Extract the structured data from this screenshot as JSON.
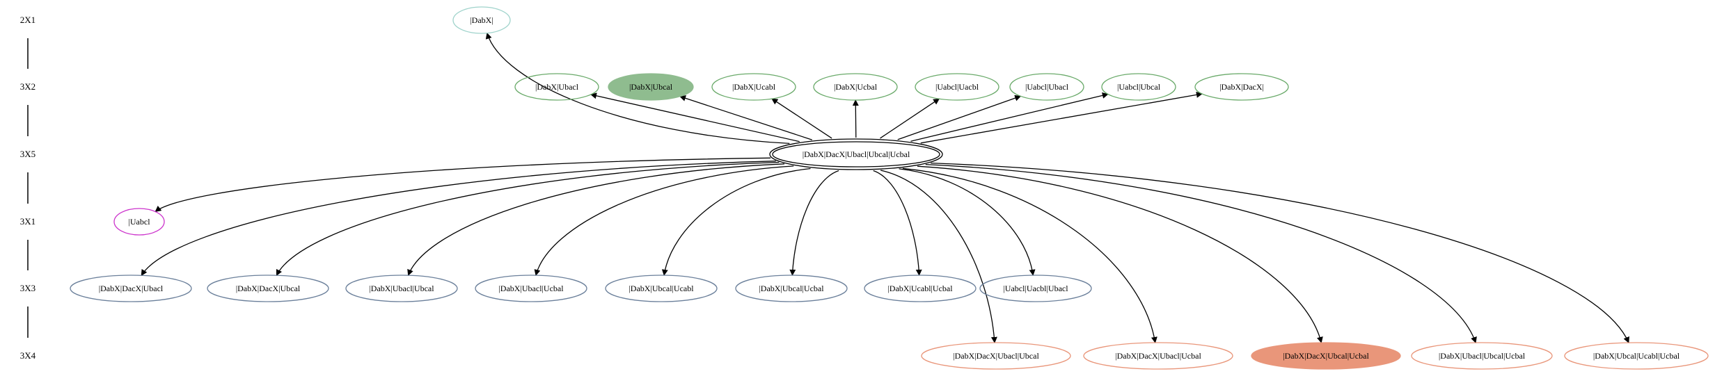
{
  "colors": {
    "edge": "#000000",
    "rank_line": "#000000",
    "teal": "#9fd3cb",
    "green_border": "#6aaa6a",
    "green_fill": "#8fbc8f",
    "magenta": "#cc33cc",
    "slate": "#6a7f9a",
    "salmon_border": "#e9967a",
    "salmon_fill": "#e9967a",
    "center_border": "#000000"
  },
  "ranks": [
    {
      "id": "r1",
      "label": "2X1"
    },
    {
      "id": "r2",
      "label": "3X2"
    },
    {
      "id": "r3",
      "label": "3X5"
    },
    {
      "id": "r4",
      "label": "3X1"
    },
    {
      "id": "r5",
      "label": "3X3"
    },
    {
      "id": "r6",
      "label": "3X4"
    }
  ],
  "nodes": [
    {
      "id": "n_dabx",
      "label": "|DabX|",
      "rank": "r1",
      "style": "teal"
    },
    {
      "id": "n_dabx_bacl",
      "label": "|DabX|Ubacl",
      "rank": "r2",
      "style": "green"
    },
    {
      "id": "n_dabx_bcal",
      "label": "|DabX|Ubcal",
      "rank": "r2",
      "style": "green-filled"
    },
    {
      "id": "n_dabx_cabl",
      "label": "|DabX|Ucabl",
      "rank": "r2",
      "style": "green"
    },
    {
      "id": "n_dabx_cbal",
      "label": "|DabX|Ucbal",
      "rank": "r2",
      "style": "green"
    },
    {
      "id": "n_abcl_acbl",
      "label": "|Uabcl|Uacbl",
      "rank": "r2",
      "style": "green"
    },
    {
      "id": "n_abcl_bacl",
      "label": "|Uabcl|Ubacl",
      "rank": "r2",
      "style": "green"
    },
    {
      "id": "n_abcl_bcal",
      "label": "|Uabcl|Ubcal",
      "rank": "r2",
      "style": "green"
    },
    {
      "id": "n_dabx_dacx",
      "label": "|DabX|DacX|",
      "rank": "r2",
      "style": "green"
    },
    {
      "id": "n_center",
      "label": "|DabX|DacX|Ubacl|Ubcal|Ucbal",
      "rank": "r3",
      "style": "double"
    },
    {
      "id": "n_abcl",
      "label": "|Uabcl",
      "rank": "r4",
      "style": "magenta"
    },
    {
      "id": "n_dabx_dacx_bacl",
      "label": "|DabX|DacX|Ubacl",
      "rank": "r5",
      "style": "slate"
    },
    {
      "id": "n_dabx_dacx_bcal",
      "label": "|DabX|DacX|Ubcal",
      "rank": "r5",
      "style": "slate"
    },
    {
      "id": "n_dabx_bacl_bcal",
      "label": "|DabX|Ubacl|Ubcal",
      "rank": "r5",
      "style": "slate"
    },
    {
      "id": "n_dabx_bacl_cbal",
      "label": "|DabX|Ubacl|Ucbal",
      "rank": "r5",
      "style": "slate"
    },
    {
      "id": "n_dabx_bcal_cabl",
      "label": "|DabX|Ubcal|Ucabl",
      "rank": "r5",
      "style": "slate"
    },
    {
      "id": "n_dabx_bcal_cbal",
      "label": "|DabX|Ubcal|Ucbal",
      "rank": "r5",
      "style": "slate"
    },
    {
      "id": "n_dabx_cabl_cbal",
      "label": "|DabX|Ucabl|Ucbal",
      "rank": "r5",
      "style": "slate"
    },
    {
      "id": "n_abcl_acbl_bacl",
      "label": "|Uabcl|Uacbl|Ubacl",
      "rank": "r5",
      "style": "slate"
    },
    {
      "id": "n_4_a",
      "label": "|DabX|DacX|Ubacl|Ubcal",
      "rank": "r6",
      "style": "salmon"
    },
    {
      "id": "n_4_b",
      "label": "|DabX|DacX|Ubacl|Ucbal",
      "rank": "r6",
      "style": "salmon"
    },
    {
      "id": "n_4_c",
      "label": "|DabX|DacX|Ubcal|Ucbal",
      "rank": "r6",
      "style": "salmon-filled"
    },
    {
      "id": "n_4_d",
      "label": "|DabX|Ubacl|Ubcal|Ucbal",
      "rank": "r6",
      "style": "salmon"
    },
    {
      "id": "n_4_e",
      "label": "|DabX|Ubcal|Ucabl|Ucbal",
      "rank": "r6",
      "style": "salmon"
    }
  ],
  "edges": [
    {
      "from": "n_center",
      "to": "n_dabx"
    },
    {
      "from": "n_center",
      "to": "n_dabx_bacl"
    },
    {
      "from": "n_center",
      "to": "n_dabx_bcal"
    },
    {
      "from": "n_center",
      "to": "n_dabx_cabl"
    },
    {
      "from": "n_center",
      "to": "n_dabx_cbal"
    },
    {
      "from": "n_center",
      "to": "n_abcl_acbl"
    },
    {
      "from": "n_center",
      "to": "n_abcl_bacl"
    },
    {
      "from": "n_center",
      "to": "n_abcl_bcal"
    },
    {
      "from": "n_center",
      "to": "n_dabx_dacx"
    },
    {
      "from": "n_center",
      "to": "n_abcl"
    },
    {
      "from": "n_center",
      "to": "n_dabx_dacx_bacl"
    },
    {
      "from": "n_center",
      "to": "n_dabx_dacx_bcal"
    },
    {
      "from": "n_center",
      "to": "n_dabx_bacl_bcal"
    },
    {
      "from": "n_center",
      "to": "n_dabx_bacl_cbal"
    },
    {
      "from": "n_center",
      "to": "n_dabx_bcal_cabl"
    },
    {
      "from": "n_center",
      "to": "n_dabx_bcal_cbal"
    },
    {
      "from": "n_center",
      "to": "n_dabx_cabl_cbal"
    },
    {
      "from": "n_center",
      "to": "n_abcl_acbl_bacl"
    },
    {
      "from": "n_center",
      "to": "n_4_a"
    },
    {
      "from": "n_center",
      "to": "n_4_b"
    },
    {
      "from": "n_center",
      "to": "n_4_c"
    },
    {
      "from": "n_center",
      "to": "n_4_d"
    },
    {
      "from": "n_center",
      "to": "n_4_e"
    }
  ]
}
